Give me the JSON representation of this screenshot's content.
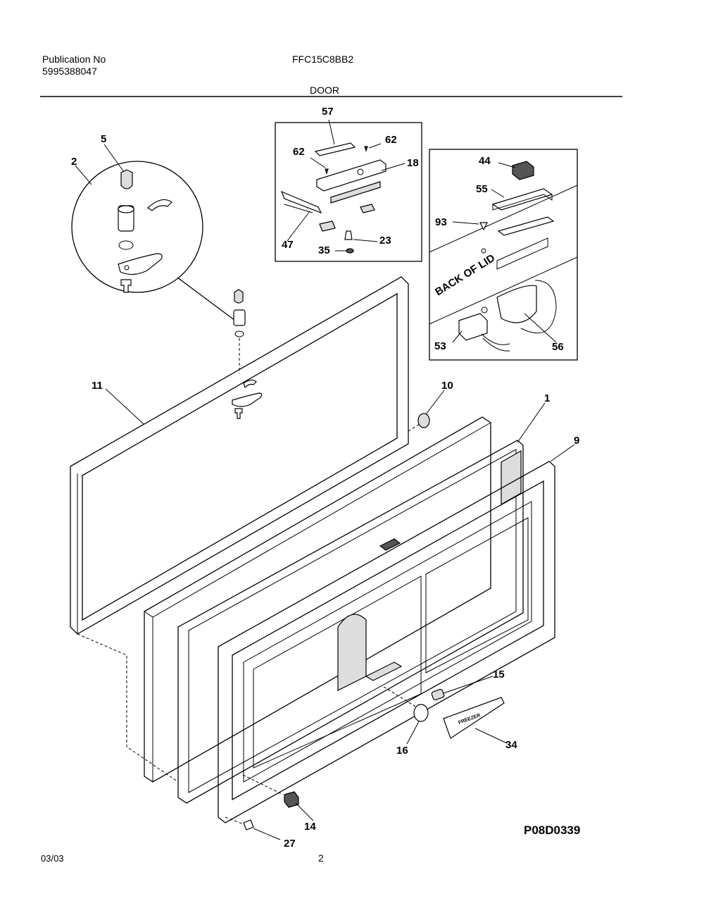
{
  "header": {
    "publication_label": "Publication No",
    "publication_number": "5995388047",
    "model": "FFC15C8BB2",
    "section": "DOOR"
  },
  "footer": {
    "date": "03/03",
    "page": "2",
    "drawing_code": "P08D0339"
  },
  "callouts": [
    "1",
    "2",
    "5",
    "9",
    "10",
    "11",
    "14",
    "15",
    "16",
    "18",
    "23",
    "27",
    "34",
    "35",
    "44",
    "47",
    "53",
    "55",
    "56",
    "57",
    "62",
    "62",
    "93"
  ],
  "inset_text": "BACK OF LID",
  "placard_text": "FREEZER"
}
